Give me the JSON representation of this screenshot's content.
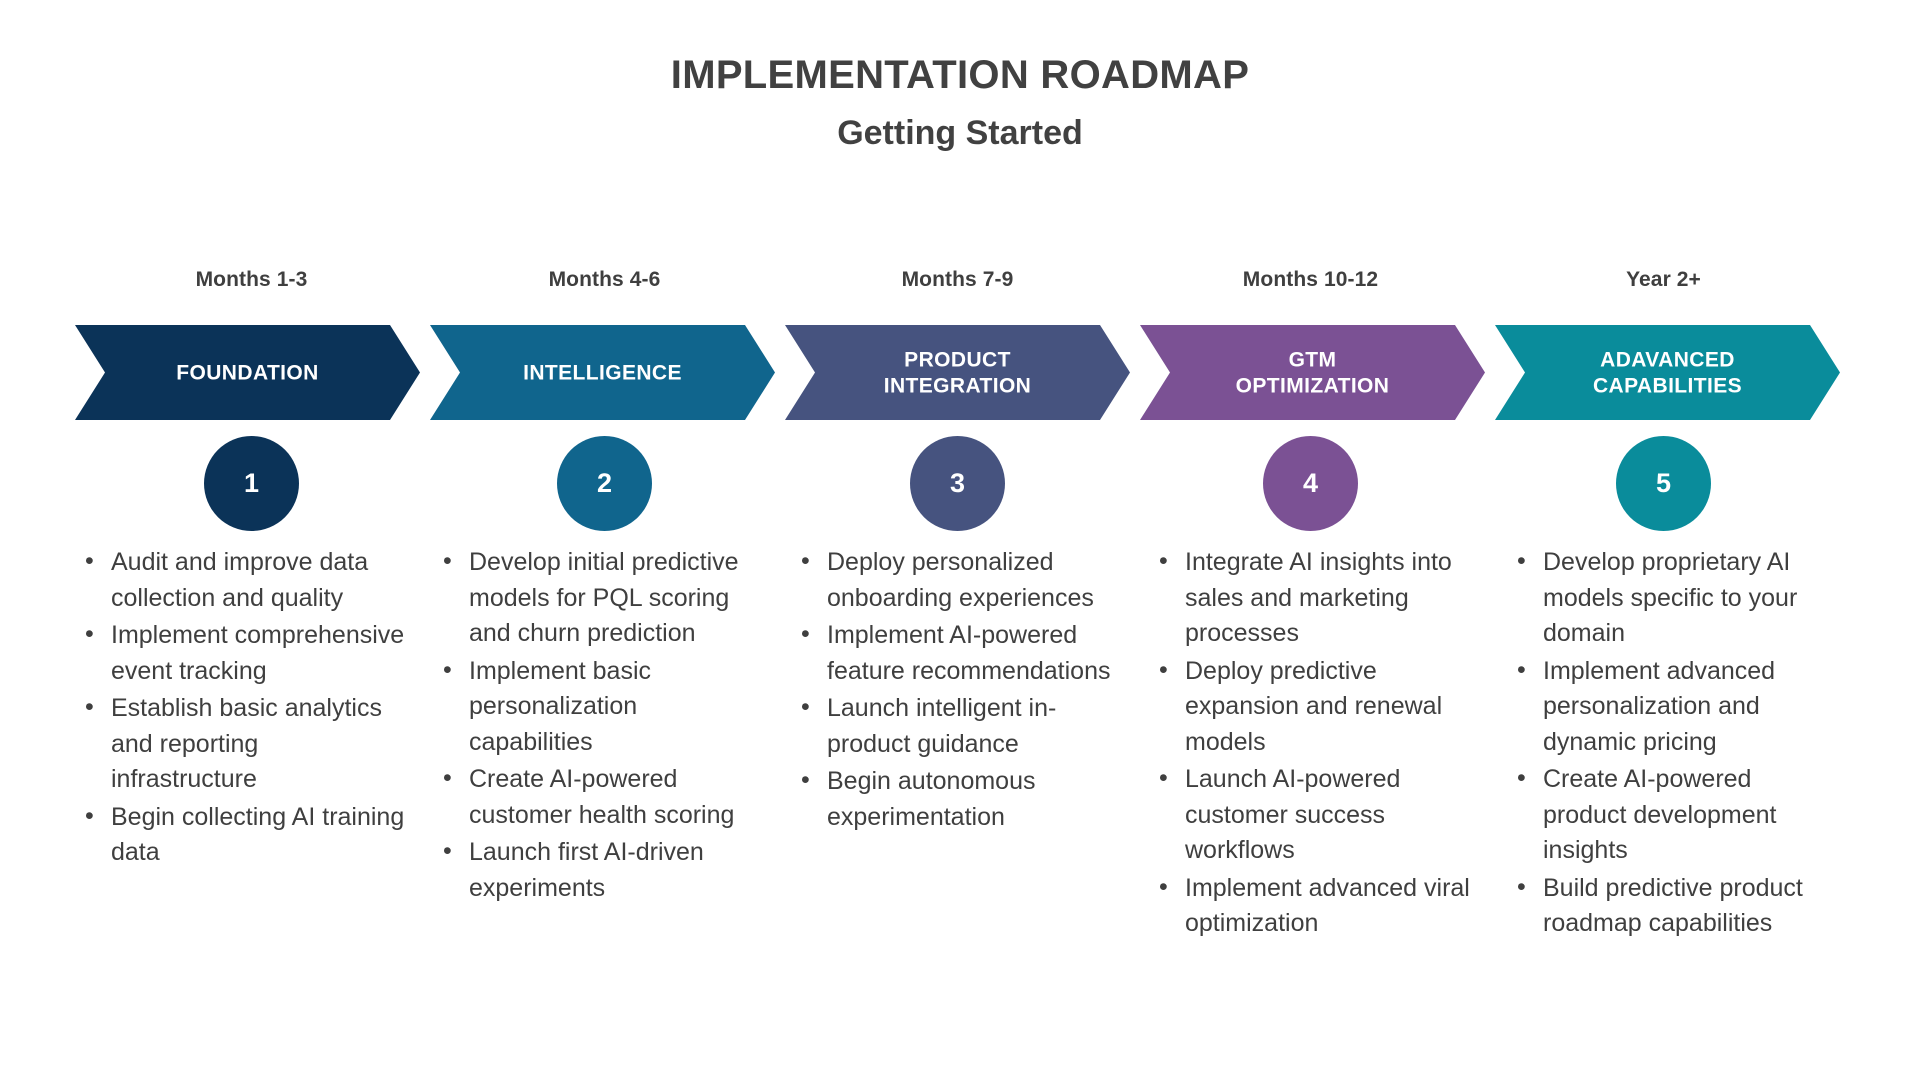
{
  "header": {
    "title": "IMPLEMENTATION ROADMAP",
    "subtitle": "Getting Started"
  },
  "colors": {
    "title_text": "#414141",
    "body_text": "#3f3f3f",
    "background": "#ffffff",
    "phase_1": "#0b3358",
    "phase_2": "#10658d",
    "phase_3": "#46537f",
    "phase_4": "#7b5194",
    "phase_5": "#0a8c9b"
  },
  "phases": [
    {
      "period": "Months 1-3",
      "name": "FOUNDATION",
      "name_lines": [
        "FOUNDATION"
      ],
      "number": "1",
      "color": "#0b3358",
      "bullets": [
        "Audit and improve data collection and quality",
        "Implement comprehensive event tracking",
        "Establish basic analytics and reporting infrastructure",
        "Begin collecting AI training data"
      ]
    },
    {
      "period": "Months 4-6",
      "name": "INTELLIGENCE",
      "name_lines": [
        "INTELLIGENCE"
      ],
      "number": "2",
      "color": "#10658d",
      "bullets": [
        "Develop initial predictive models for PQL scoring and churn prediction",
        "Implement basic personalization capabilities",
        "Create AI-powered customer health scoring",
        "Launch first AI-driven experiments"
      ]
    },
    {
      "period": "Months 7-9",
      "name": "PRODUCT INTEGRATION",
      "name_lines": [
        "PRODUCT",
        "INTEGRATION"
      ],
      "number": "3",
      "color": "#46537f",
      "bullets": [
        "Deploy personalized onboarding experiences",
        "Implement AI-powered feature recommendations",
        "Launch intelligent in-product guidance",
        "Begin autonomous experimentation"
      ]
    },
    {
      "period": "Months 10-12",
      "name": "GTM OPTIMIZATION",
      "name_lines": [
        "GTM",
        "OPTIMIZATION"
      ],
      "number": "4",
      "color": "#7b5194",
      "bullets": [
        "Integrate AI insights into sales and marketing processes",
        "Deploy predictive expansion and renewal models",
        "Launch AI-powered customer success workflows",
        "Implement advanced viral optimization"
      ]
    },
    {
      "period": "Year 2+",
      "name": "ADAVANCED CAPABILITIES",
      "name_lines": [
        "ADAVANCED",
        "CAPABILITIES"
      ],
      "number": "5",
      "color": "#0a8c9b",
      "bullets": [
        "Develop proprietary AI models specific to your domain",
        "Implement advanced personalization and dynamic pricing",
        "Create AI-powered product development insights",
        "Build predictive product roadmap capabilities"
      ]
    }
  ]
}
